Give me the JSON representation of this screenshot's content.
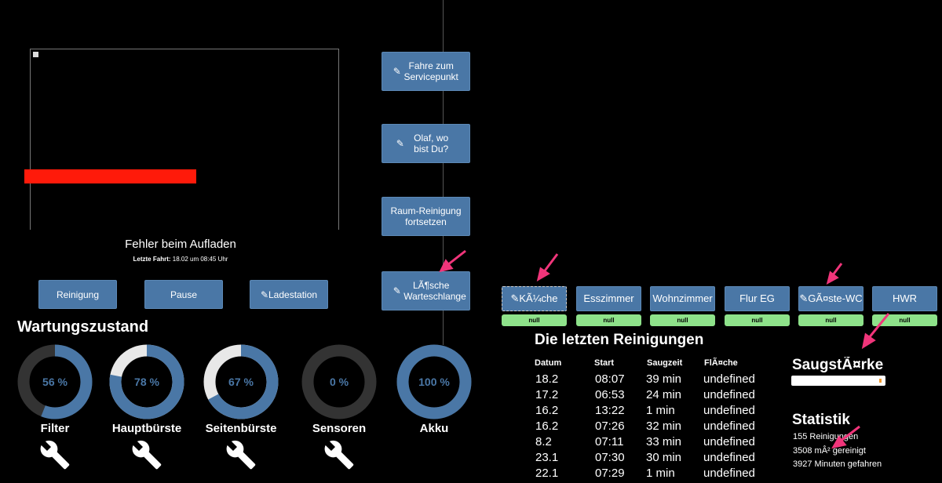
{
  "map": {
    "status": "Fehler beim Aufladen",
    "last_ride_label": "Letzte Fahrt:",
    "last_ride_value": "18.02 um 08:45 Uhr"
  },
  "controls": {
    "clean": "Reinigung",
    "pause": "Pause",
    "dock": "Ladestation"
  },
  "side_buttons": [
    {
      "label": "Fahre zum Servicepunkt"
    },
    {
      "label": "Olaf, wo bist Du?"
    },
    {
      "label": "Raum-Reinigung fortsetzen"
    },
    {
      "label": "LÃ¶sche Warteschlange"
    }
  ],
  "maintenance": {
    "title": "Wartungszustand",
    "gauges": [
      {
        "name": "Filter",
        "value": 56,
        "text": "56 %"
      },
      {
        "name": "Hauptbürste",
        "value": 78,
        "text": "78 %"
      },
      {
        "name": "Seitenbürste",
        "value": 67,
        "text": "67 %"
      },
      {
        "name": "Sensoren",
        "value": 0,
        "text": "0 %"
      },
      {
        "name": "Akku",
        "value": 100,
        "text": "100 %"
      }
    ]
  },
  "rooms": [
    {
      "label": "KÃ¼che",
      "status": "null"
    },
    {
      "label": "Esszimmer",
      "status": "null"
    },
    {
      "label": "Wohnzimmer",
      "status": "null"
    },
    {
      "label": "Flur EG",
      "status": "null"
    },
    {
      "label": "GÃ¤ste-WC",
      "status": "null"
    },
    {
      "label": "HWR",
      "status": "null"
    }
  ],
  "history": {
    "title": "Die letzten Reinigungen",
    "headers": [
      "Datum",
      "Start",
      "Saugzeit",
      "FlÃ¤che"
    ],
    "rows": [
      [
        "18.2",
        "08:07",
        "39 min",
        "undefined"
      ],
      [
        "17.2",
        "06:53",
        "24 min",
        "undefined"
      ],
      [
        "16.2",
        "13:22",
        "1 min",
        "undefined"
      ],
      [
        "16.2",
        "07:26",
        "32 min",
        "undefined"
      ],
      [
        "8.2",
        "07:11",
        "33 min",
        "undefined"
      ],
      [
        "23.1",
        "07:30",
        "30 min",
        "undefined"
      ],
      [
        "22.1",
        "07:29",
        "1 min",
        "undefined"
      ]
    ]
  },
  "suction": {
    "title": "SaugstÃ¤rke"
  },
  "stats": {
    "title": "Statistik",
    "lines": [
      "155 Reinigungen",
      "3508 mÂ² gereinigt",
      "3927 Minuten gefahren"
    ]
  },
  "colors": {
    "accent": "#4a77a6",
    "null_badge": "#8ee28a",
    "error_bar": "#ff1a0a",
    "arrow": "#f0357a"
  }
}
